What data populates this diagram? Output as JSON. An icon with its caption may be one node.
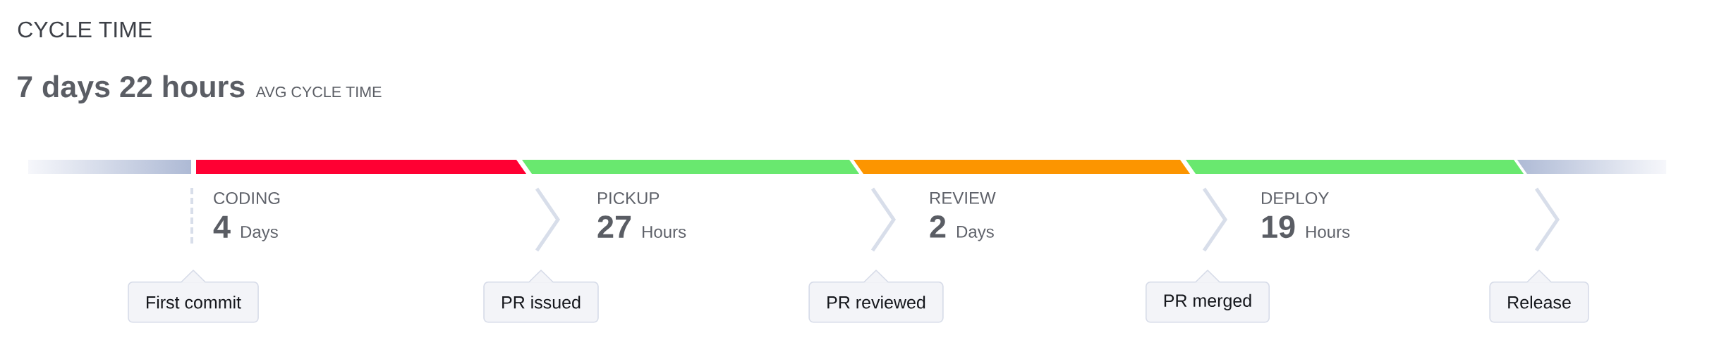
{
  "diagram": {
    "title": "CYCLE TIME",
    "nodes": [
      {
        "text": [
          "CODING",
          "4",
          "Days"
        ]
      },
      {
        "text": [
          "PICKUP",
          "27",
          "Hours"
        ]
      },
      {
        "text": [
          "REVIEW",
          "2",
          "Days"
        ]
      },
      {
        "text": [
          "DEPLOY",
          "19",
          "Hours"
        ]
      },
      {
        "text": [
          "First commit"
        ]
      },
      {
        "text": [
          "PR issued"
        ]
      },
      {
        "text": [
          "PR reviewed"
        ]
      },
      {
        "text": [
          "PR merged"
        ]
      },
      {
        "text": [
          "Release"
        ]
      }
    ],
    "labels": [
      "7 days 22 hours",
      "AVG CYCLE TIME"
    ]
  }
}
